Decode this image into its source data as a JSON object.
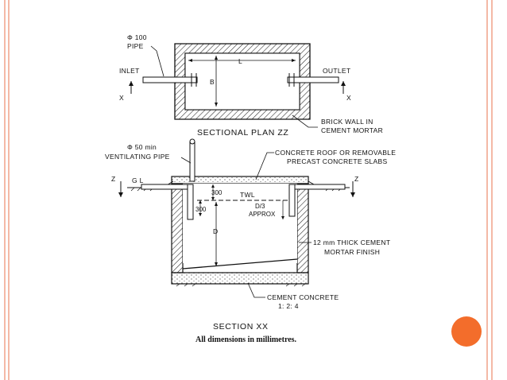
{
  "slide": {
    "accent_color": "#f4b9a6",
    "dot_color": "#f36d2b"
  },
  "plan": {
    "pipe_dia": "Φ 100",
    "pipe_word": "PIPE",
    "inlet": "INLET",
    "outlet": "OUTLET",
    "length_label": "L",
    "breadth_label": "B",
    "section_mark": "X",
    "wall_note_1": "BRICK WALL IN",
    "wall_note_2": "CEMENT MORTAR",
    "title": "SECTIONAL PLAN ZZ"
  },
  "section": {
    "vent_1": "Φ 50 min",
    "vent_2": "VENTILATING PIPE",
    "roof_1": "CONCRETE ROOF OR REMOVABLE",
    "roof_2": "PRECAST CONCRETE SLABS",
    "z_mark": "Z",
    "gl": "G L",
    "dim_300_top": "300",
    "dim_300_side": "300",
    "twl": "TWL",
    "d3": "D/3",
    "approx": "APPROX",
    "depth_label": "D",
    "finish_1": "12 mm THICK CEMENT",
    "finish_2": "MORTAR FINISH",
    "concrete_1": "CEMENT CONCRETE",
    "concrete_2": "1: 2: 4",
    "title": "SECTION XX",
    "note": "All dimensions in millimetres."
  }
}
